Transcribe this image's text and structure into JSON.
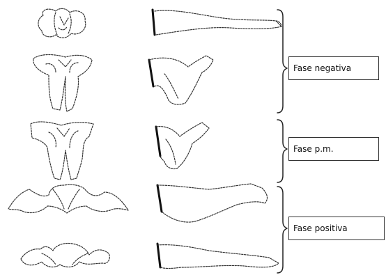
{
  "phases": [
    {
      "id": "negativa",
      "label": "Fase negativa"
    },
    {
      "id": "pm",
      "label": "Fase p.m."
    },
    {
      "id": "positiva",
      "label": "Fase positiva"
    }
  ],
  "colors": {
    "stroke": "#333333",
    "box_border": "#333333",
    "background": "#ffffff"
  }
}
